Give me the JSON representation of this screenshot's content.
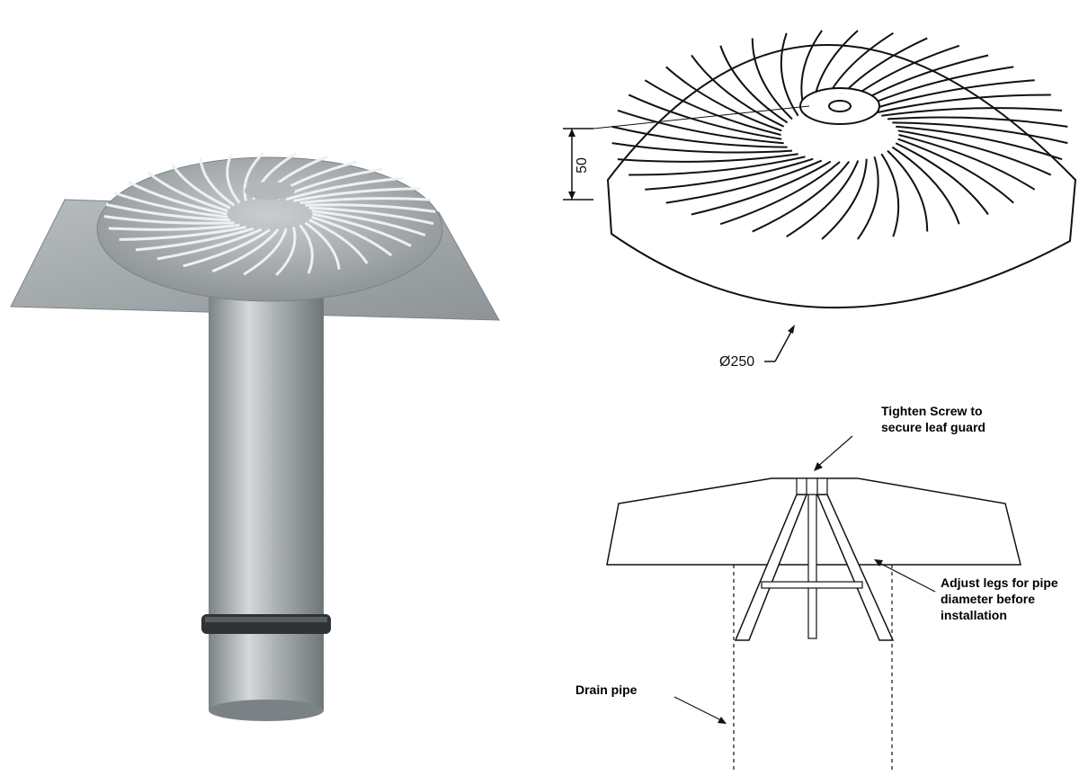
{
  "dimension_drawing": {
    "height_label": "50",
    "diameter_label": "Ø250"
  },
  "install_diagram": {
    "screw_note": [
      "Tighten Screw to",
      "secure leaf guard"
    ],
    "legs_note": [
      "Adjust legs for pipe",
      "diameter before",
      "installation"
    ],
    "pipe_note": "Drain pipe"
  },
  "colors": {
    "product_grey": "#9ca3a6",
    "line": "#111111"
  }
}
